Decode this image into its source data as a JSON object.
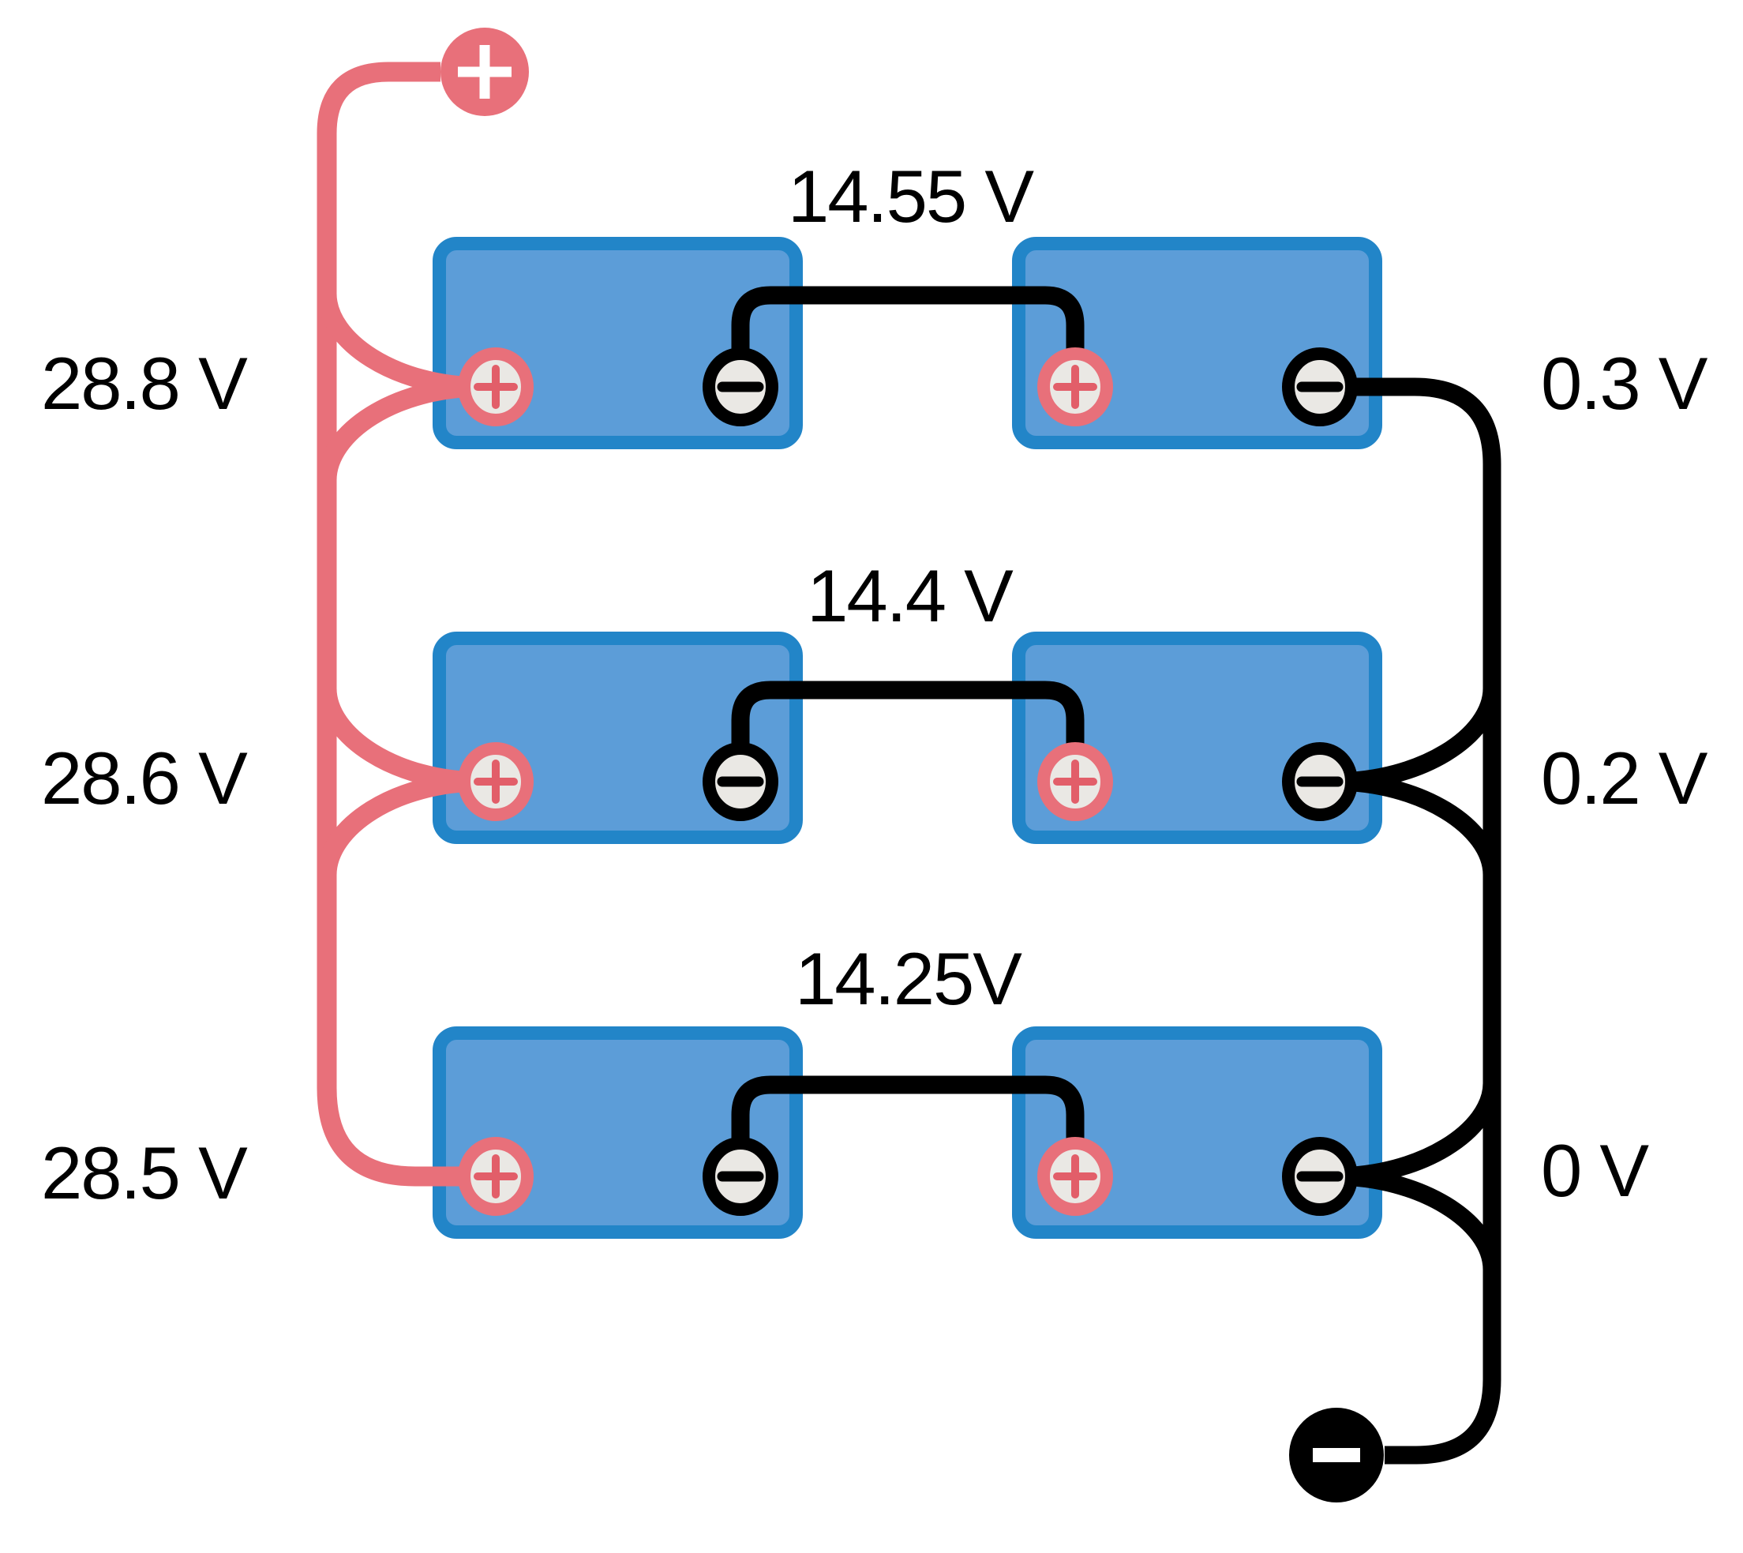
{
  "figure": {
    "type": "battery-wiring-diagram",
    "description": "Three parallel strings, each of two series batteries, joined to a common positive and negative terminal",
    "colors": {
      "positive_wire": "#E8707A",
      "positive_sign": "#E25E69",
      "negative_wire": "#000000",
      "battery_fill": "#5C9DD8",
      "battery_border": "#2285C8",
      "terminal_fill": "#EAE8E4",
      "background": "#FFFFFF",
      "text": "#000000"
    },
    "main_terminals": {
      "positive_symbol": "+",
      "negative_symbol": "−"
    },
    "battery_terminal_symbols": {
      "positive": "+",
      "negative": "−"
    },
    "rows": [
      {
        "string_voltage": "28.8 V",
        "midpoint_voltage": "14.55 V",
        "negative_end_voltage": "0.3 V"
      },
      {
        "string_voltage": "28.6 V",
        "midpoint_voltage": "14.4 V",
        "negative_end_voltage": "0.2 V"
      },
      {
        "string_voltage": "28.5 V",
        "midpoint_voltage": "14.25V",
        "negative_end_voltage": "0 V"
      }
    ]
  }
}
